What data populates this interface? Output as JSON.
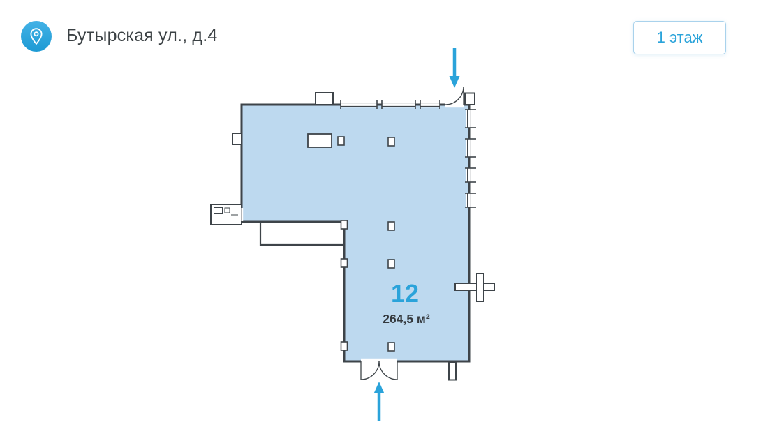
{
  "header": {
    "address": "Бутырская ул., д.4",
    "floor_badge": "1 этаж"
  },
  "plan": {
    "unit_number": "12",
    "area_label": "264,5 м²"
  },
  "icons": {
    "header_icon": "location-pin-icon",
    "top_entrance": "arrow-down-icon",
    "bottom_entrance": "arrow-up-icon"
  },
  "colors": {
    "accent": "#2aa3da",
    "plan-fill": "#bdd9ef",
    "wall": "#3e4449",
    "badge-border": "#a9d2ec",
    "title-text": "#3b4144",
    "area-text": "#34393e"
  }
}
